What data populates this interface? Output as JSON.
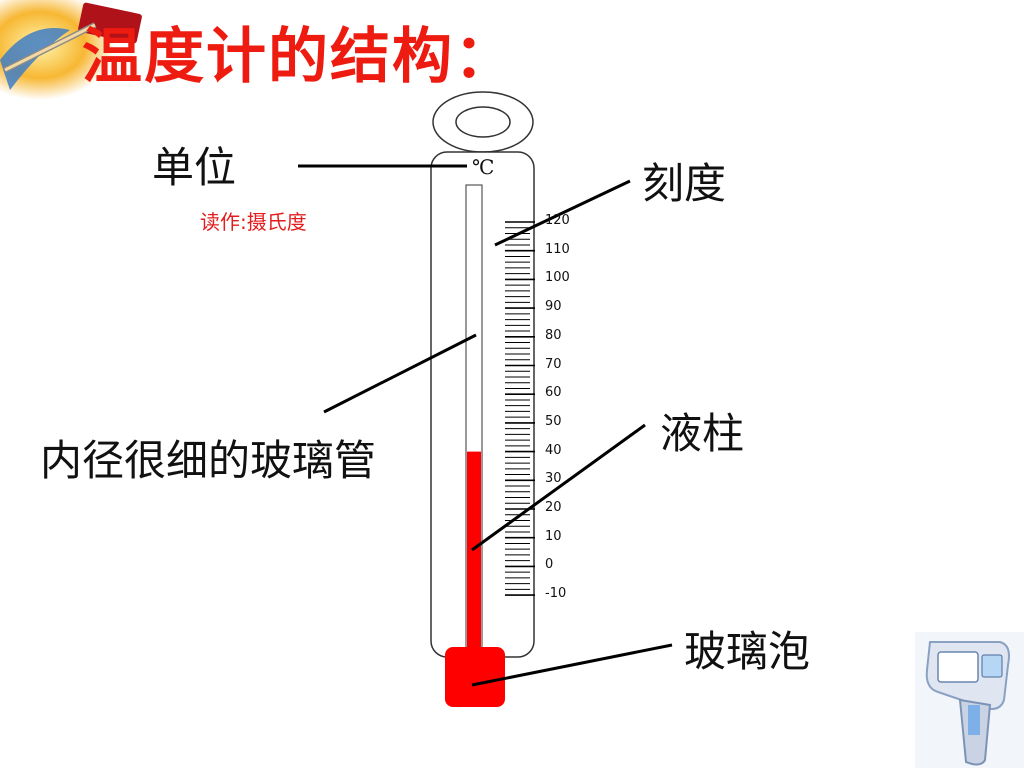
{
  "title": "温度计的结构：",
  "labels": {
    "unit": "单位",
    "unit_reading": "读作:摄氏度",
    "scale": "刻度",
    "tube": "内径很细的玻璃管",
    "liquid": "液柱",
    "bulb": "玻璃泡"
  },
  "unit_symbol": "℃",
  "scale_labels": [
    "120",
    "110",
    "100",
    "90",
    "80",
    "70",
    "60",
    "50",
    "40",
    "30",
    "20",
    "10",
    "0",
    "-10"
  ],
  "liquid_level": 40,
  "scale_range": [
    -10,
    120
  ],
  "colors": {
    "title": "#ee1c10",
    "liquid": "#ff0000",
    "note": "#e31d1d"
  },
  "decorations": {
    "top_left": "pencil-sparkle-graphic",
    "bottom_right": "infrared-thermometer-icon"
  }
}
